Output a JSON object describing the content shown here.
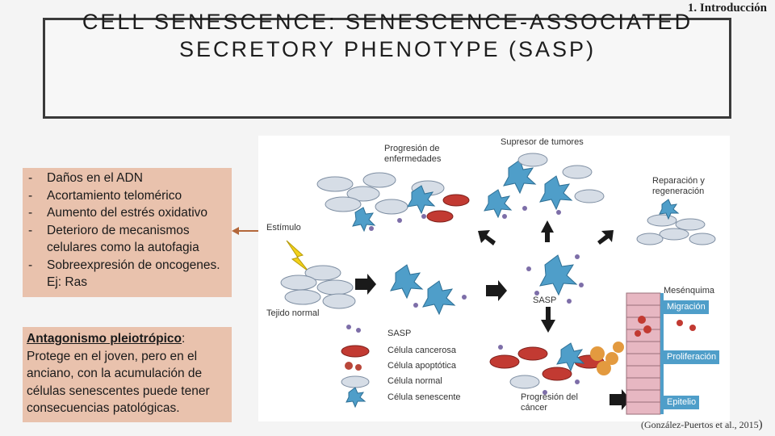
{
  "header": {
    "title": "CELL SENESCENCE: SENESCENCE-ASSOCIATED SECRETORY PHENOTYPE (SASP)",
    "section": "1. Introducción"
  },
  "factors": {
    "items": [
      "Daños en el ADN",
      "Acortamiento telomérico",
      "Aumento del estrés oxidativo",
      "Deterioro de mecanismos celulares como la autofagia",
      "Sobreexpresión de oncogenes. Ej: Ras"
    ]
  },
  "antagonism": {
    "term": "Antagonismo pleiotrópico",
    "text": ": Protege en el joven, pero en el anciano, con la acumulación de células senescentes puede tener consecuencias patológicas."
  },
  "figure": {
    "progresion_enfermedades": "Progresión de enfermedades",
    "supresor_tumores": "Supresor de tumores",
    "reparacion": "Reparación y regeneración",
    "estimulo": "Estímulo",
    "tejido_normal": "Tejido normal",
    "sasp_center": "SASP",
    "mesenquima": "Mesénquima",
    "migracion": "Migración",
    "proliferacion": "Proliferación",
    "epitelio": "Epitelio",
    "progresion_cancer": "Progresión del cáncer",
    "legend": {
      "sasp": "SASP",
      "cancerosa": "Célula cancerosa",
      "apoptotica": "Célula apoptótica",
      "normal": "Célula normal",
      "senescente": "Célula senescente"
    },
    "colors": {
      "senescent": "#4f9ec9",
      "cancer": "#c23a32",
      "normal": "#d6dde6",
      "sasp": "#7d6ea8",
      "stimulus": "#f2d11a",
      "orange": "#e39a3f",
      "pink": "#e7b7c2"
    }
  },
  "citation": {
    "text": "(González-Puertos et al., 2015",
    "close": ")"
  }
}
